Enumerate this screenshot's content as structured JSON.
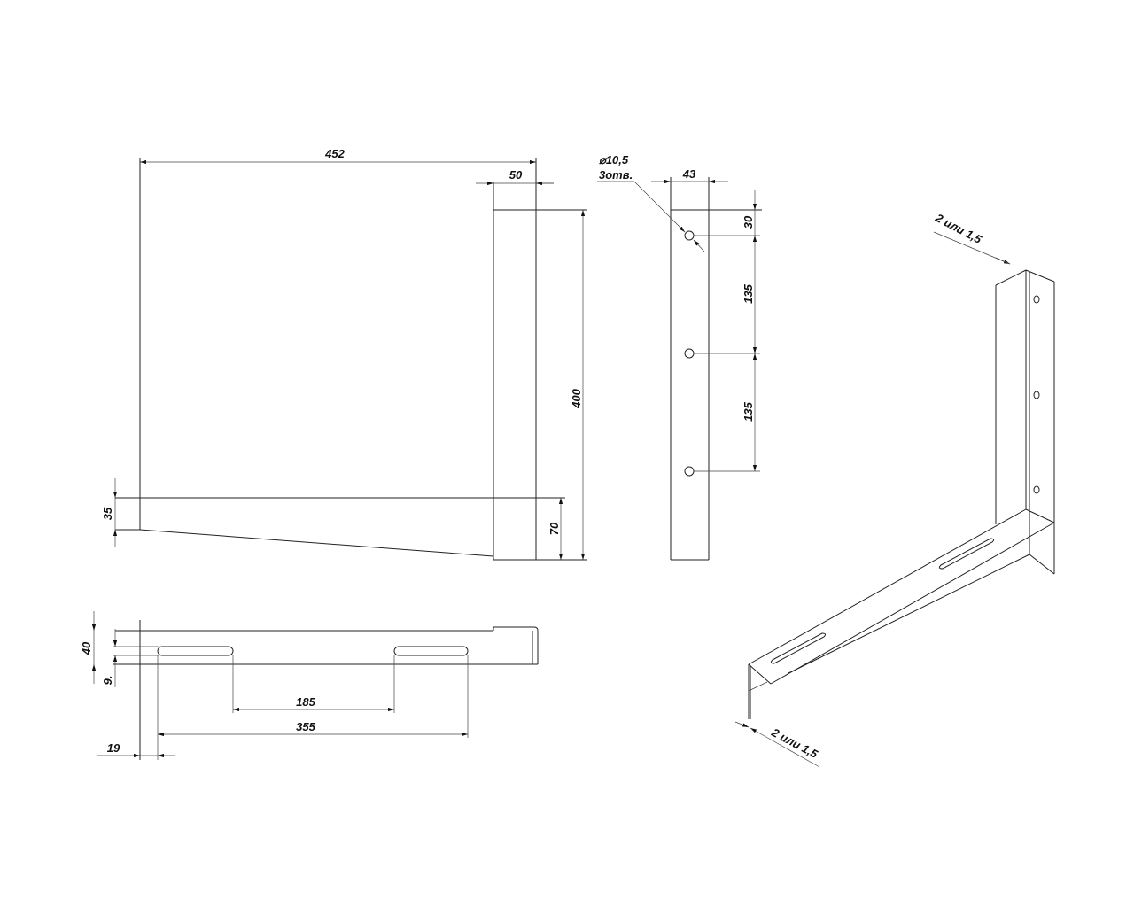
{
  "front_view": {
    "width": "452",
    "post_width": "50",
    "height": "400",
    "arm_end": "35",
    "arm_root": "70"
  },
  "side_view": {
    "hole_note": "⌀10,5",
    "hole_count": "3отв.",
    "width": "43",
    "top_offset": "30",
    "pitch_1": "135",
    "pitch_2": "135"
  },
  "top_view": {
    "depth": "40",
    "slot_width": "9.",
    "slot_gap": "185",
    "slot_span": "355",
    "edge_offset": "19"
  },
  "iso_view": {
    "thickness_top": "2 или 1,5",
    "thickness_bottom": "2 или 1,5"
  }
}
